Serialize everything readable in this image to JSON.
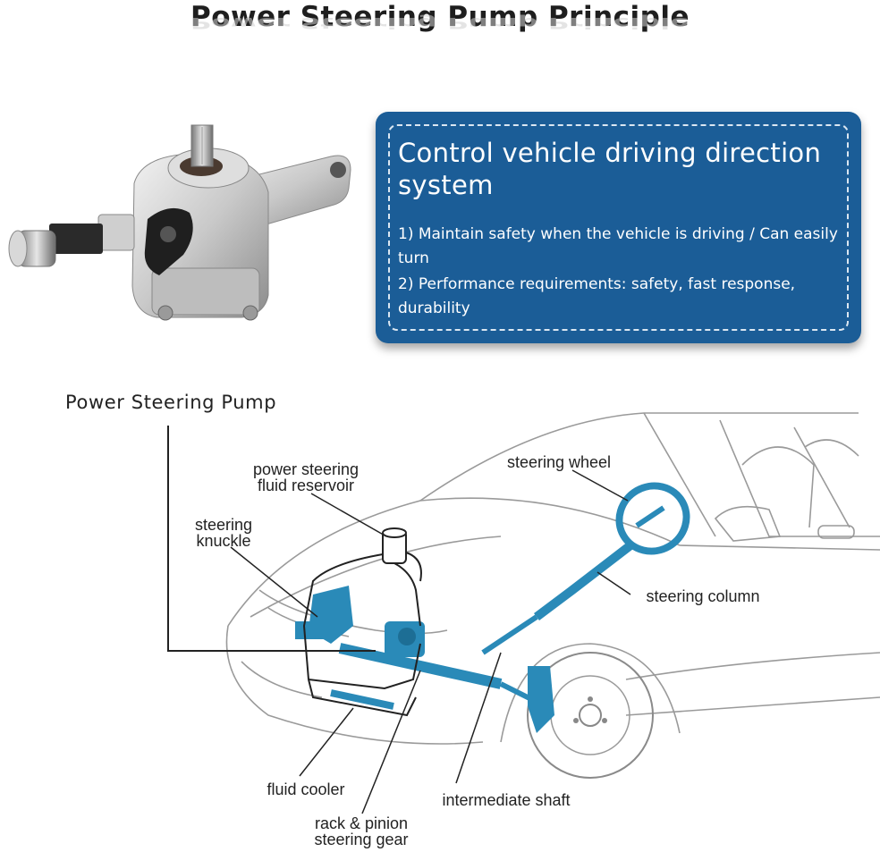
{
  "title": "Power Steering Pump Principle",
  "info": {
    "heading": "Control vehicle driving direction system",
    "items": [
      "1) Maintain safety when the vehicle is driving / Can easily turn",
      "2) Performance requirements: safety, fast response, durability"
    ]
  },
  "diagram": {
    "pump_label": "Power Steering Pump",
    "callouts": {
      "fluid_reservoir": [
        "power steering",
        "fluid reservoir"
      ],
      "steering_knuckle": [
        "steering",
        "knuckle"
      ],
      "steering_wheel": "steering wheel",
      "steering_column": "steering column",
      "fluid_cooler": "fluid cooler",
      "intermediate_shaft": "intermediate shaft",
      "rack_pinion": [
        "rack & pinion",
        "steering gear"
      ]
    }
  },
  "colors": {
    "box_fill": "#1b5d97",
    "steering_parts": "#2a8ab8",
    "car_outline": "#9a9a9a"
  }
}
